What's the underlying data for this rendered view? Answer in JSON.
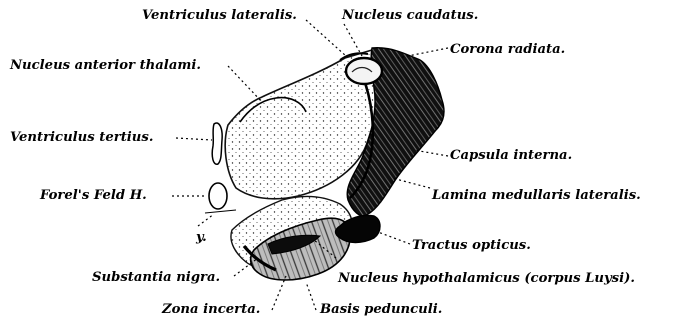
{
  "labels": {
    "ventriculus_lateralis": "Ventriculus lateralis.",
    "nucleus_caudatus": "Nucleus caudatus.",
    "nucleus_anterior_thalami": "Nucleus anterior thalami.",
    "corona_radiata": "Corona radiata.",
    "ventriculus_tertius": "Ventriculus tertius.",
    "capsula_interna": "Capsula interna.",
    "forels_feld": "Forel's Feld H.",
    "lamina_medullaris_lateralis": "Lamina medullaris lateralis.",
    "y": "y.",
    "tractus_opticus": "Tractus opticus.",
    "substantia_nigra": "Substantia nigra.",
    "nucleus_hypothalamicus": "Nucleus hypothalamicus (corpus Luysi).",
    "zona_incerta": "Zona incerta.",
    "basis_pedunculi": "Basis pedunculi."
  }
}
